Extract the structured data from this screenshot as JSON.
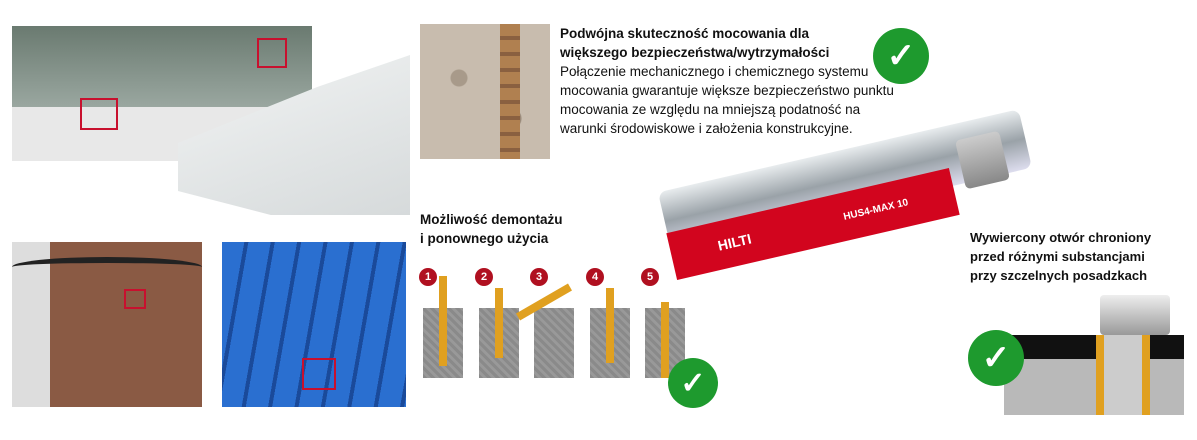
{
  "top_text": {
    "heading": "Podwójna skuteczność mocowania dla większego bezpieczeństwa/wytrzymałości",
    "body": "Połączenie mechanicznego i chemicznego systemu mocowania gwarantuje większe bezpieczeństwo punktu mocowania ze względu na mniejszą podatność na warunki środowiskowe i założenia konstrukcyjne."
  },
  "reuse": {
    "heading_line1": "Możliwość demontażu",
    "heading_line2": "i ponownego użycia",
    "steps": [
      "1",
      "2",
      "3",
      "4",
      "5"
    ]
  },
  "right_text": {
    "line1": "Wywiercony otwór chroniony",
    "line2": "przed różnymi substancjami",
    "line3": "przy szczelnych posadzkach"
  },
  "product": {
    "brand": "HILTI",
    "model": "HUS4-MAX 10"
  },
  "colors": {
    "check": "#1e9a2e",
    "hilti_red": "#d2051e",
    "marker": "#c8102e"
  },
  "icons": [
    "check-icon"
  ]
}
